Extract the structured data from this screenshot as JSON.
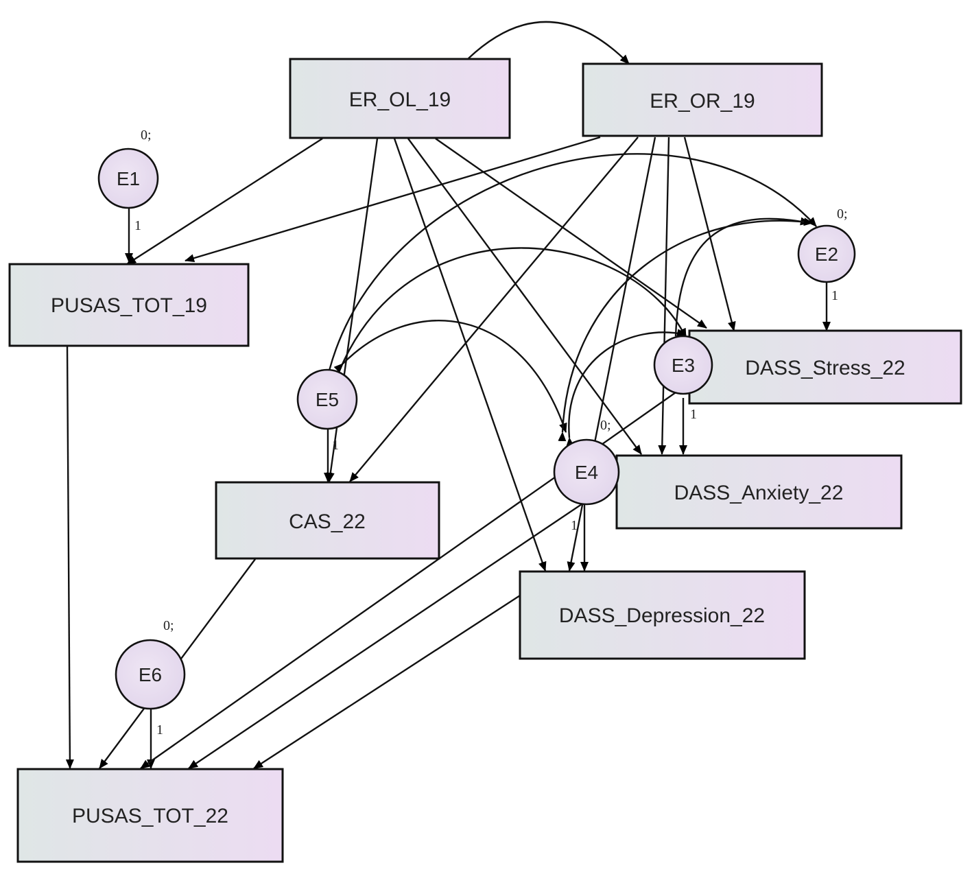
{
  "observed": [
    {
      "id": "ER_OL_19",
      "label": "ER_OL_19"
    },
    {
      "id": "ER_OR_19",
      "label": "ER_OR_19"
    },
    {
      "id": "PUSAS_TOT_19",
      "label": "PUSAS_TOT_19"
    },
    {
      "id": "DASS_Stress_22",
      "label": "DASS_Stress_22"
    },
    {
      "id": "CAS_22",
      "label": "CAS_22"
    },
    {
      "id": "DASS_Anxiety_22",
      "label": "DASS_Anxiety_22"
    },
    {
      "id": "DASS_Depression_22",
      "label": "DASS_Depression_22"
    },
    {
      "id": "PUSAS_TOT_22",
      "label": "PUSAS_TOT_22"
    }
  ],
  "errors": [
    {
      "id": "E1",
      "label": "E1",
      "mean_var": "0;"
    },
    {
      "id": "E2",
      "label": "E2",
      "mean_var": "0;"
    },
    {
      "id": "E3",
      "label": "E3",
      "mean_var": ""
    },
    {
      "id": "E4",
      "label": "E4",
      "mean_var": "0;"
    },
    {
      "id": "E5",
      "label": "E5",
      "mean_var": ""
    },
    {
      "id": "E6",
      "label": "E6",
      "mean_var": "0;"
    }
  ],
  "path_weights": {
    "E1": "1",
    "E2": "1",
    "E3": "1",
    "E4": "1",
    "E5": "1",
    "E6": "1"
  },
  "colors": {
    "box_fill_start": "#dfe6e6",
    "box_fill_end": "#ecdcf2",
    "circle_fill": "#e9def0",
    "stroke": "#111111"
  }
}
